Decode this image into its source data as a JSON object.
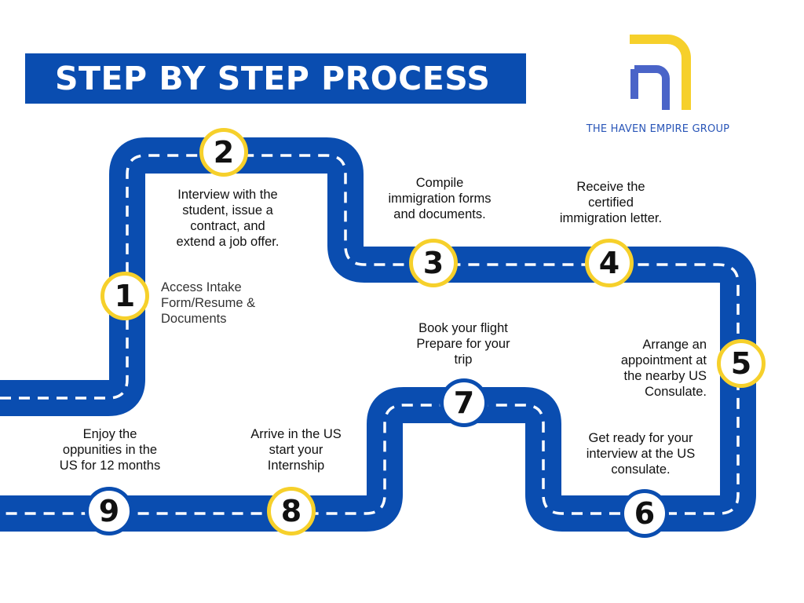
{
  "header": {
    "title": "STEP BY STEP PROCESS"
  },
  "logo": {
    "text": "THE HAVEN EMPIRE GROUP",
    "icon": "haven-empire-logo"
  },
  "colors": {
    "road": "#0a4db0",
    "accent": "#f6d02b",
    "dash": "#ffffff"
  },
  "steps": [
    {
      "number": "1",
      "lines": [
        "Access Intake",
        "Form/Resume &",
        "Documents"
      ]
    },
    {
      "number": "2",
      "lines": [
        "Interview with the",
        "student, issue a",
        "contract, and",
        "extend a job offer."
      ]
    },
    {
      "number": "3",
      "lines": [
        "Compile",
        "immigration forms",
        "and documents."
      ]
    },
    {
      "number": "4",
      "lines": [
        "Receive the",
        "certified",
        "immigration letter."
      ]
    },
    {
      "number": "5",
      "lines": [
        "Arrange an",
        "appointment at",
        "the nearby US",
        "Consulate."
      ]
    },
    {
      "number": "6",
      "lines": [
        "Get ready for your",
        "interview at the US",
        "consulate."
      ]
    },
    {
      "number": "7",
      "lines": [
        "Book your flight",
        "Prepare for your",
        "trip"
      ]
    },
    {
      "number": "8",
      "lines": [
        "Arrive in the US",
        "start your",
        "Internship"
      ]
    },
    {
      "number": "9",
      "lines": [
        "Enjoy the",
        "oppunities in the",
        "US for 12 months"
      ]
    }
  ]
}
